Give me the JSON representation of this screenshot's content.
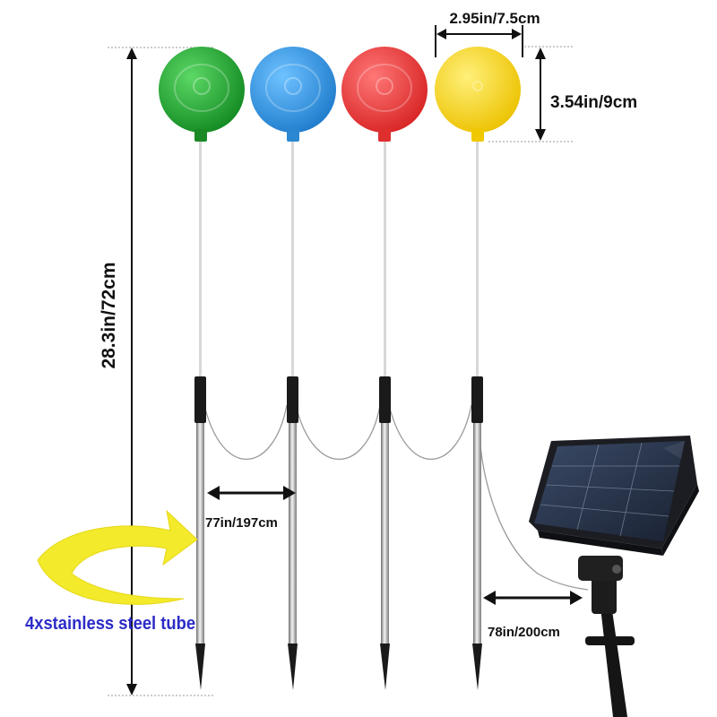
{
  "dimensions": {
    "height": "28.3in/72cm",
    "ball_width": "2.95in/7.5cm",
    "ball_height": "3.54in/9cm",
    "stake_spacing": "77in/197cm",
    "panel_cable": "78in/200cm"
  },
  "note": "4xstainless steel tube",
  "colors": {
    "ball_green": "#1f9a2e",
    "ball_blue": "#2f8fd8",
    "ball_red": "#ec3535",
    "ball_yellow": "#f6cf10",
    "note_text": "#2c2cc8",
    "arrow_fill": "#f2ea2a",
    "panel_frame": "#1c1d22",
    "panel_cell": "#27344a"
  },
  "icons": {
    "callout_arrow": "curved-arrow-icon",
    "solar_panel": "solar-panel-icon"
  }
}
